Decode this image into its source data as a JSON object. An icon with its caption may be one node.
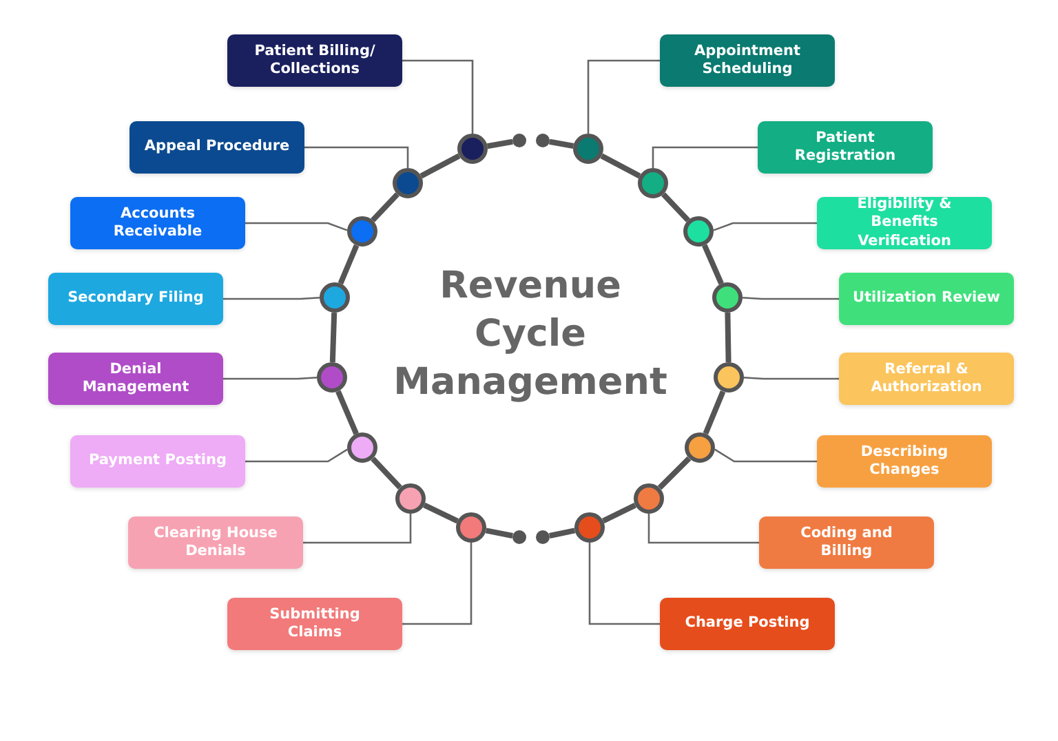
{
  "diagram": {
    "title": "Revenue Cycle Management",
    "nodes": [
      {
        "text": [
          "Appointment Scheduling"
        ]
      },
      {
        "text": [
          "Patient Registration"
        ]
      },
      {
        "text": [
          "Eligibility & Benefits Verification"
        ]
      },
      {
        "text": [
          "Utilization Review"
        ]
      },
      {
        "text": [
          "Referral & Authorization"
        ]
      },
      {
        "text": [
          "Describing Changes"
        ]
      },
      {
        "text": [
          "Coding and Billing"
        ]
      },
      {
        "text": [
          "Charge Posting"
        ]
      },
      {
        "text": [
          "Submitting Claims"
        ]
      },
      {
        "text": [
          "Clearing House Denials"
        ]
      },
      {
        "text": [
          "Payment Posting"
        ]
      },
      {
        "text": [
          "Denial Management"
        ]
      },
      {
        "text": [
          "Secondary Filing"
        ]
      },
      {
        "text": [
          "Accounts Receivable"
        ]
      },
      {
        "text": [
          "Appeal Procedure"
        ]
      },
      {
        "text": [
          "Patient Billing/ Collections"
        ]
      },
      {
        "text": [],
        "shape": "circle"
      },
      {
        "text": [],
        "shape": "circle"
      },
      {
        "text": [],
        "shape": "circle"
      },
      {
        "text": [],
        "shape": "circle"
      },
      {
        "text": [],
        "shape": "circle"
      },
      {
        "text": [],
        "shape": "circle"
      },
      {
        "text": [],
        "shape": "circle"
      },
      {
        "text": [],
        "shape": "circle"
      },
      {
        "text": [],
        "shape": "circle"
      },
      {
        "text": [],
        "shape": "circle"
      },
      {
        "text": [],
        "shape": "circle"
      },
      {
        "text": [],
        "shape": "circle"
      },
      {
        "text": [],
        "shape": "circle"
      },
      {
        "text": [],
        "shape": "circle"
      },
      {
        "text": [],
        "shape": "circle"
      },
      {
        "text": [],
        "shape": "circle"
      },
      {
        "text": [],
        "shape": "circle"
      },
      {
        "text": [],
        "shape": "circle"
      },
      {
        "text": [],
        "shape": "circle"
      },
      {
        "text": [],
        "shape": "circle"
      }
    ],
    "edges": [
      {
        "from": 0,
        "to": 16,
        "arrow": "none"
      },
      {
        "from": 1,
        "to": 17,
        "arrow": "none"
      },
      {
        "from": 2,
        "to": 18,
        "arrow": "none"
      },
      {
        "from": 3,
        "to": 19,
        "arrow": "none"
      },
      {
        "from": 4,
        "to": 20,
        "arrow": "none"
      },
      {
        "from": 5,
        "to": 21,
        "arrow": "none"
      },
      {
        "from": 6,
        "to": 22,
        "arrow": "none"
      },
      {
        "from": 7,
        "to": 23,
        "arrow": "none"
      },
      {
        "from": 8,
        "to": 24,
        "arrow": "none"
      },
      {
        "from": 9,
        "to": 25,
        "arrow": "none"
      },
      {
        "from": 10,
        "to": 26,
        "arrow": "none"
      },
      {
        "from": 11,
        "to": 27,
        "arrow": "none"
      },
      {
        "from": 12,
        "to": 28,
        "arrow": "none"
      },
      {
        "from": 13,
        "to": 29,
        "arrow": "none"
      },
      {
        "from": 14,
        "to": 30,
        "arrow": "none"
      },
      {
        "from": 15,
        "to": 31,
        "arrow": "none"
      },
      {
        "from": 32,
        "to": 16,
        "arrow": "none"
      },
      {
        "from": 16,
        "to": 17,
        "arrow": "none"
      },
      {
        "from": 17,
        "to": 18,
        "arrow": "none"
      },
      {
        "from": 18,
        "to": 19,
        "arrow": "none"
      },
      {
        "from": 19,
        "to": 20,
        "arrow": "none"
      },
      {
        "from": 20,
        "to": 21,
        "arrow": "none"
      },
      {
        "from": 21,
        "to": 22,
        "arrow": "none"
      },
      {
        "from": 22,
        "to": 23,
        "arrow": "none"
      },
      {
        "from": 23,
        "to": 33,
        "arrow": "none"
      },
      {
        "from": 34,
        "to": 24,
        "arrow": "none"
      },
      {
        "from": 24,
        "to": 25,
        "arrow": "none"
      },
      {
        "from": 25,
        "to": 26,
        "arrow": "none"
      },
      {
        "from": 26,
        "to": 27,
        "arrow": "none"
      },
      {
        "from": 27,
        "to": 28,
        "arrow": "none"
      },
      {
        "from": 28,
        "to": 29,
        "arrow": "none"
      },
      {
        "from": 29,
        "to": 30,
        "arrow": "none"
      },
      {
        "from": 30,
        "to": 31,
        "arrow": "none"
      },
      {
        "from": 31,
        "to": 35,
        "arrow": "none"
      }
    ]
  }
}
